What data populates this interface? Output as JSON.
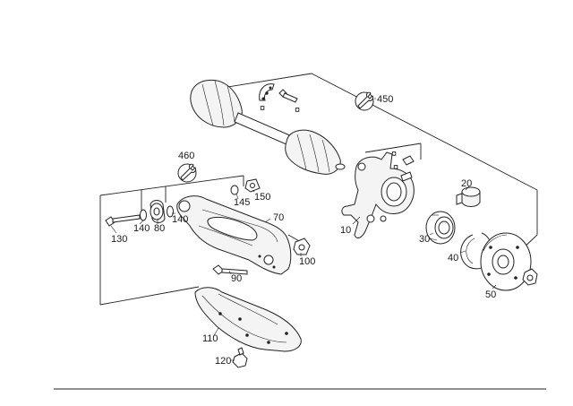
{
  "diagram": {
    "callouts": {
      "c10": "10",
      "c20": "20",
      "c30": "30",
      "c40": "40",
      "c50": "50",
      "c70": "70",
      "c80": "80",
      "c90": "90",
      "c100": "100",
      "c110": "110",
      "c120": "120",
      "c130": "130",
      "c140a": "140",
      "c140b": "140",
      "c145": "145",
      "c150": "150",
      "c450": "450",
      "c460": "460"
    },
    "icons": {
      "torque_wrench": "wrench-icon",
      "star_marker": "star-marker-icon"
    }
  }
}
